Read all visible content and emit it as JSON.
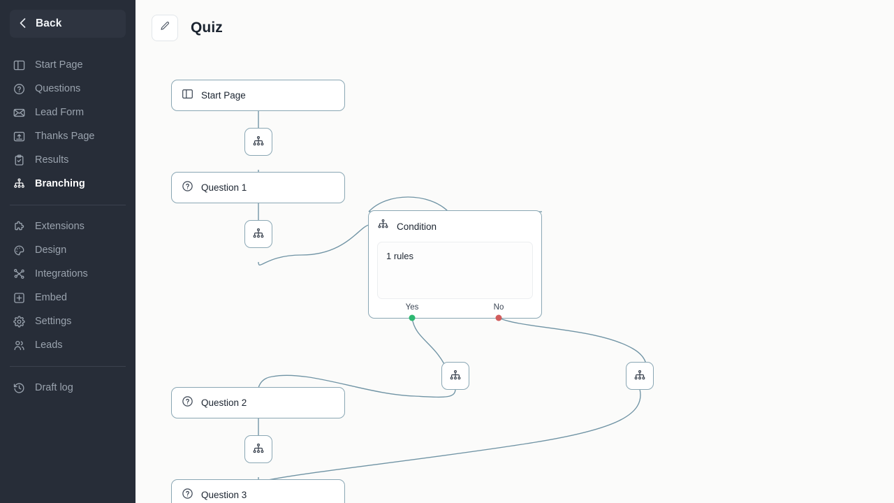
{
  "sidebar": {
    "back": {
      "label": "Back",
      "icon": "chevron-left-icon"
    },
    "groups": [
      {
        "items": [
          {
            "label": "Start Page",
            "icon": "panel-icon",
            "active": false
          },
          {
            "label": "Questions",
            "icon": "question-icon",
            "active": false
          },
          {
            "label": "Lead Form",
            "icon": "envelope-icon",
            "active": false
          },
          {
            "label": "Thanks Page",
            "icon": "thanks-icon",
            "active": false
          },
          {
            "label": "Results",
            "icon": "clipboard-icon",
            "active": false
          },
          {
            "label": "Branching",
            "icon": "branch-icon",
            "active": true
          }
        ]
      },
      {
        "items": [
          {
            "label": "Extensions",
            "icon": "puzzle-icon",
            "active": false
          },
          {
            "label": "Design",
            "icon": "palette-icon",
            "active": false
          },
          {
            "label": "Integrations",
            "icon": "nodes-icon",
            "active": false
          },
          {
            "label": "Embed",
            "icon": "plus-box-icon",
            "active": false
          },
          {
            "label": "Settings",
            "icon": "gear-icon",
            "active": false
          },
          {
            "label": "Leads",
            "icon": "users-icon",
            "active": false
          }
        ]
      },
      {
        "items": [
          {
            "label": "Draft log",
            "icon": "history-icon",
            "active": false
          }
        ]
      }
    ]
  },
  "header": {
    "edit_icon": "pencil-icon",
    "title": "Quiz"
  },
  "flow": {
    "nodes": {
      "start_page": {
        "label": "Start Page",
        "icon": "panel-icon"
      },
      "question_1": {
        "label": "Question 1",
        "icon": "question-icon"
      },
      "question_2": {
        "label": "Question 2",
        "icon": "question-icon"
      },
      "question_3": {
        "label": "Question 3",
        "icon": "question-icon"
      },
      "condition": {
        "title": "Condition",
        "icon": "branch-icon",
        "rules": "1 rules"
      }
    },
    "handles": {
      "yes": {
        "label": "Yes",
        "color": "#2eb872"
      },
      "no": {
        "label": "No",
        "color": "#d15c5c"
      }
    },
    "branch_icon": "branch-icon",
    "edge_color": "#6f93a4"
  },
  "colors": {
    "sidebar_bg": "#272d38",
    "canvas_bg": "#fbfbfa",
    "node_border": "#8aa7b4",
    "accent_text": "#1b2430"
  }
}
